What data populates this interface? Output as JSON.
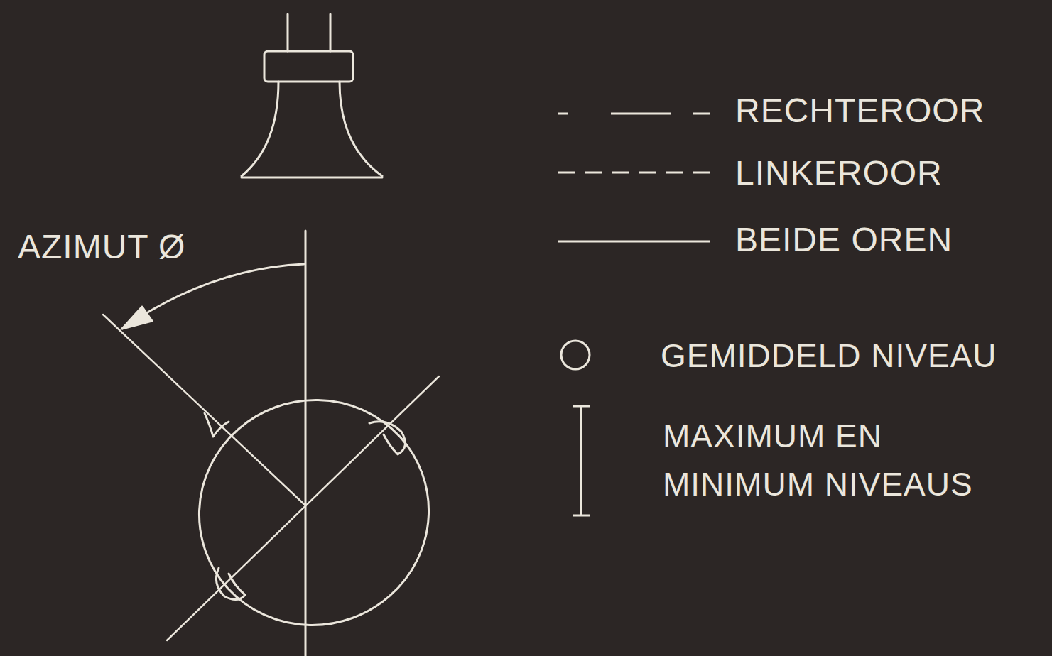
{
  "diagram": {
    "labels": [
      "AZIMUT Ø"
    ],
    "legend": [
      {
        "text": "RECHTEROOR"
      },
      {
        "text": "LINKEROOR"
      },
      {
        "text": "BEIDE OREN"
      },
      {
        "text": "GEMIDDELD NIVEAU"
      },
      {
        "text": "MAXIMUM EN MINIMUM NIVEAUS"
      }
    ]
  }
}
